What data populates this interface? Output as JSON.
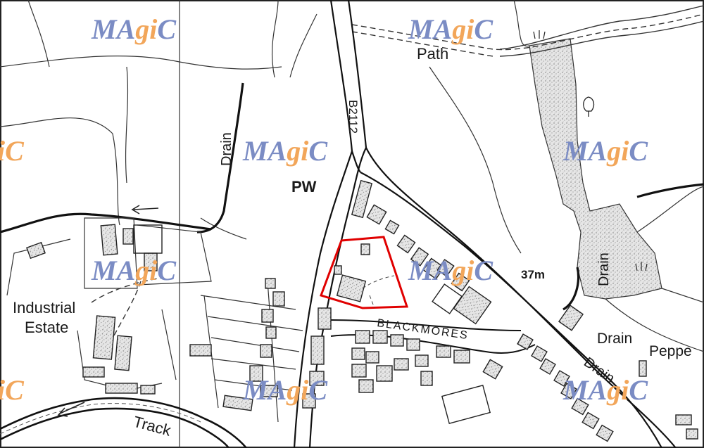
{
  "labels": {
    "path": "Path",
    "road": "B2112",
    "drain_left": "Drain",
    "pw": "PW",
    "drain_right": "Drain",
    "height": "37m",
    "industrial": "Industrial",
    "estate": "Estate",
    "blackmores": "BLACKMORES",
    "drain_lower": "Drain",
    "pepper": "Peppe",
    "drain_diag": "Drain",
    "track": "Track"
  },
  "watermark": {
    "part1": "MA",
    "part2": "gi",
    "part3": "C",
    "part_edge": "iC"
  },
  "colors": {
    "site_boundary": "#e00000",
    "watermark_blue": "#7b8cc4",
    "watermark_orange": "#f2a65a",
    "map_line": "#222222",
    "woodland_fill": "#d9d9d9"
  }
}
